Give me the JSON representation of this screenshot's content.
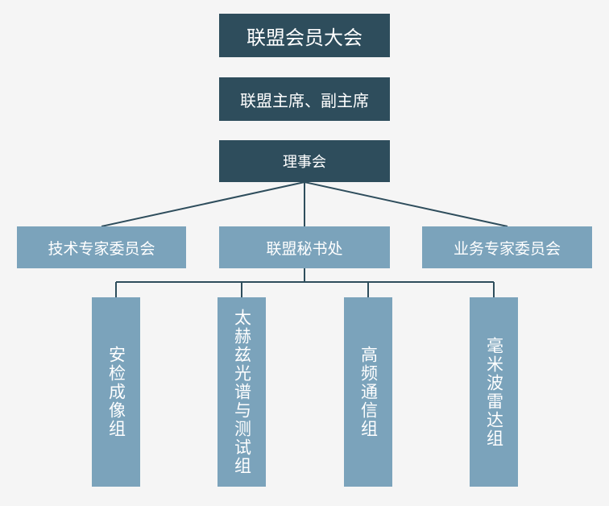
{
  "assembly": "联盟会员大会",
  "chairs": "联盟主席、副主席",
  "council": "理事会",
  "committees": {
    "tech": "技术专家委员会",
    "secretariat": "联盟秘书处",
    "business": "业务专家委员会"
  },
  "groups": [
    {
      "label": "安检成像组"
    },
    {
      "label": "太赫兹光谱与测试组"
    },
    {
      "label": "高频通信组"
    },
    {
      "label": "毫米波雷达组"
    }
  ],
  "colors": {
    "dark_box": "#2e4d5c",
    "light_box": "#7ba3bb",
    "connector": "#2e4d5c"
  }
}
